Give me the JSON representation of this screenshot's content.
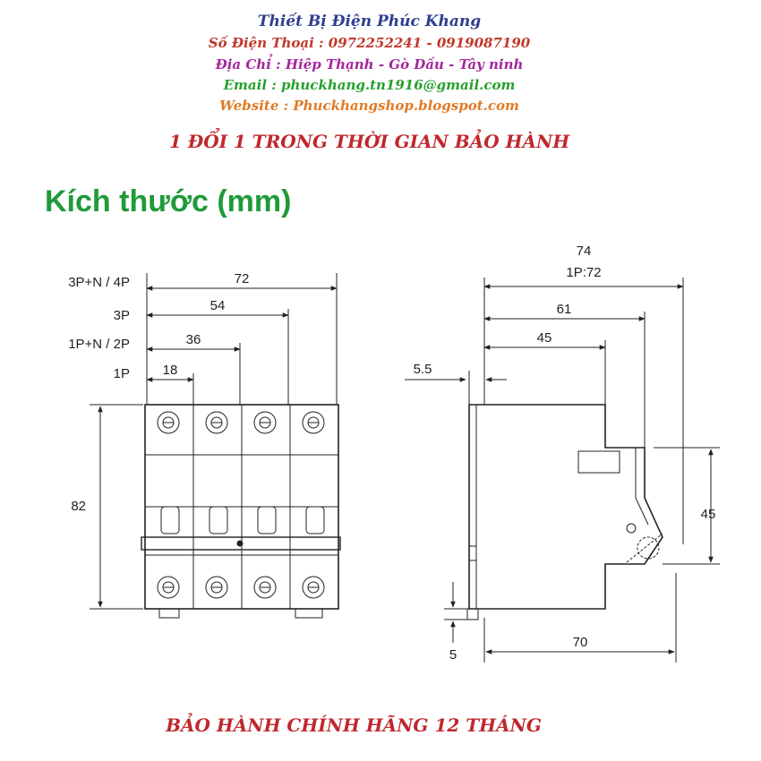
{
  "header": {
    "shop_name": "Thiết Bị Điện Phúc Khang",
    "phone": "Số Điện Thoại : 0972252241 - 0919087190",
    "address": "Địa Chỉ : Hiệp Thạnh - Gò Dầu - Tây ninh",
    "email": "Email : phuckhang.tn1916@gmail.com",
    "website": "Website : Phuckhangshop.blogspot.com",
    "exchange_note": "1 ĐỔI 1 TRONG THỜI GIAN BẢO HÀNH"
  },
  "title": "Kích thước (mm)",
  "front_view": {
    "pole_labels": [
      "3P+N / 4P",
      "3P",
      "1P+N / 2P",
      "1P"
    ],
    "width_dims": [
      "72",
      "54",
      "36",
      "18"
    ],
    "height_dim": "82"
  },
  "side_view": {
    "top_dim": "74",
    "top_dim_note": "1P:72",
    "depth_dims": [
      "61",
      "45",
      "5.5"
    ],
    "right_dim": "45",
    "bottom_dim": "70",
    "foot_dim": "5"
  },
  "footer": {
    "warranty": "BẢO HÀNH CHÍNH HÃNG 12 THÁNG"
  },
  "colors": {
    "shop_name": "#2e3f8f",
    "phone": "#c0392b",
    "address": "#a3279a",
    "email": "#27a02f",
    "website": "#e07a26",
    "accent_red": "#c0272d",
    "title_green": "#1f9a3a"
  }
}
